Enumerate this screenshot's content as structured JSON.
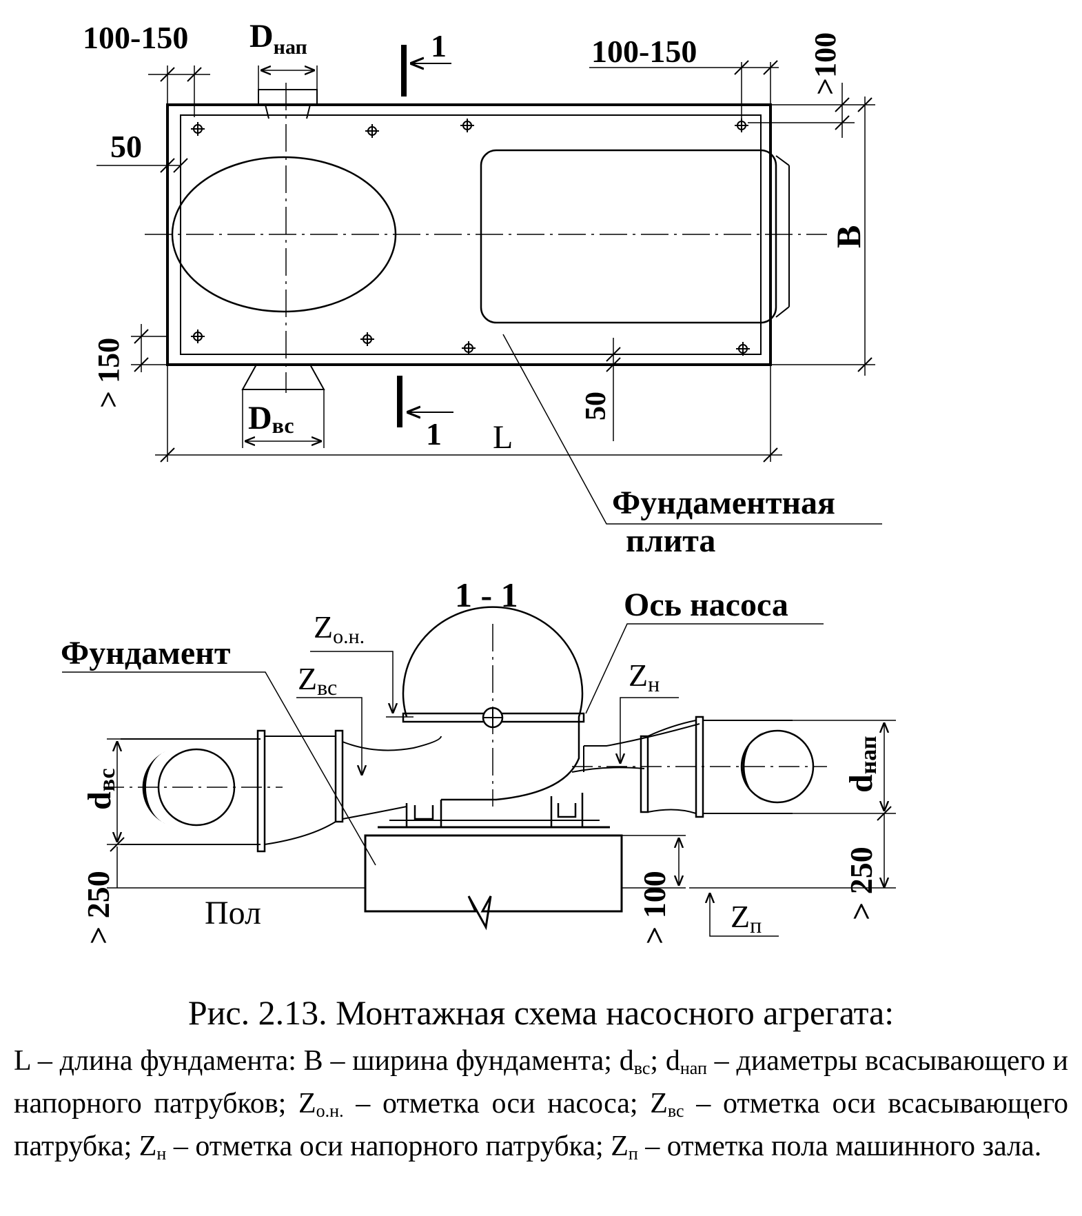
{
  "plan": {
    "dim_left_offset": "100-150",
    "dim_right_offset": "100-150",
    "dim_top_right": ">100",
    "dim_left_50": "50",
    "dim_bottom_150": "> 150",
    "dim_bottom_50": "50",
    "d_nap_main": "D",
    "d_nap_sub": "нап",
    "d_vs_main": "D",
    "d_vs_sub": "вс",
    "section_mark": "1",
    "length_label": "L",
    "width_label": "B",
    "plate_label_line1": "Фундаментная",
    "plate_label_line2": "плита"
  },
  "section": {
    "title": "1 - 1",
    "pump_axis_label": "Ось насоса",
    "foundation_label": "Фундамент",
    "z_on_main": "Z",
    "z_on_sub": "о.н.",
    "z_vs_main": "Z",
    "z_vs_sub": "вс",
    "z_n_main": "Z",
    "z_n_sub": "н",
    "z_p_main": "Z",
    "z_p_sub": "п",
    "dvs_main": "d",
    "dvs_sub": "вс",
    "dnap_main": "d",
    "dnap_sub": "нап",
    "left_250": "> 250",
    "right_250": "> 250",
    "dim_100": "> 100",
    "floor_label": "Пол"
  },
  "caption": {
    "title": "Рис. 2.13. Монтажная схема насосного агрегата:",
    "p1": "L – длина фундамента: B – ширина фундамента; d",
    "s1": "вс",
    "p2": "; d",
    "s2": "нап",
    "p3": " – диаметры всасывающего и напорного патрубков; Z",
    "s3": "о.н.",
    "p4": " – отметка оси насоса; Z",
    "s4": "вс",
    "p5": " – отметка оси всасывающего патрубка; Z",
    "s5": "н",
    "p6": " – отметка оси напорного патрубка; Z",
    "s6": "п",
    "p7": " – отметка пола машинного зала."
  }
}
